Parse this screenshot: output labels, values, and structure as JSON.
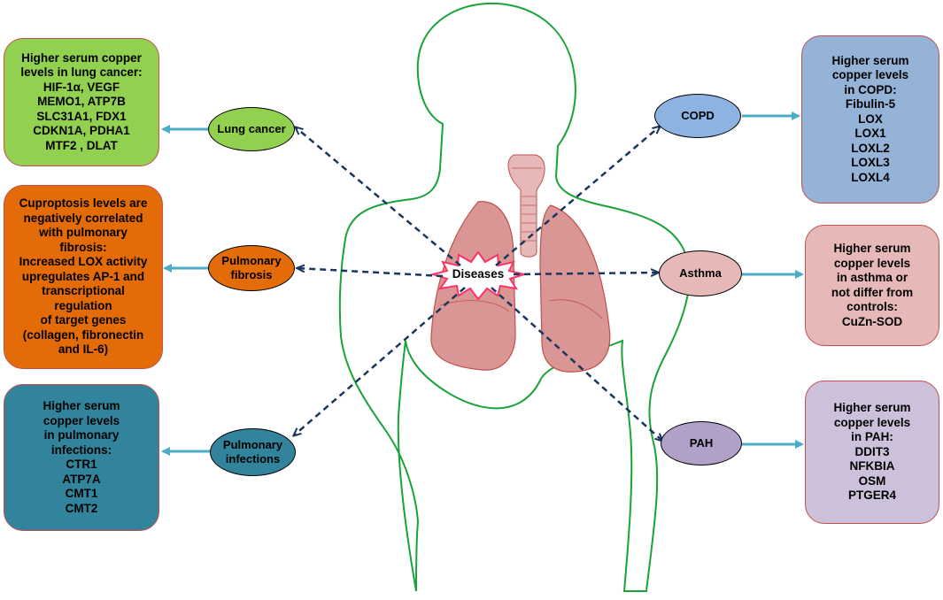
{
  "center": {
    "label": "Diseases"
  },
  "diseases": {
    "lung_cancer": {
      "label": "Lung cancer",
      "fill": "#92d050",
      "box_text": "Higher serum copper\nlevels in lung cancer:\nHIF-1α, VEGF\nMEMO1, ATP7B\nSLC31A1, FDX1\nCDKN1A, PDHA1\nMTF2 , DLAT",
      "box_fill": "#92d050"
    },
    "pulmonary_fibrosis": {
      "label": "Pulmonary\nfibrosis",
      "fill": "#e36c09",
      "box_text": "Cuproptosis levels are\nnegatively correlated\nwith pulmonary\nfibrosis:\nIncreased LOX activity\nupregulates AP-1 and\ntranscriptional\nregulation\nof target genes\n(collagen, fibronectin\nand IL-6)",
      "box_fill": "#e36c09"
    },
    "pulmonary_infections": {
      "label": "Pulmonary\ninfections",
      "fill": "#31849b",
      "box_text": "Higher serum\ncopper levels\nin pulmonary\ninfections:\nCTR1\nATP7A\nCMT1\nCMT2",
      "box_fill": "#31849b"
    },
    "copd": {
      "label": "COPD",
      "fill": "#8db3e2",
      "box_text": "Higher serum\ncopper levels\nin COPD:\nFibulin-5\nLOX\nLOX1\nLOXL2\nLOXL3\nLOXL4",
      "box_fill": "#95b3d7"
    },
    "asthma": {
      "label": "Asthma",
      "fill": "#e6b9b8",
      "box_text": "Higher serum\ncopper levels\nin asthma or\nnot differ from\ncontrols:\n     CuZn-SOD",
      "box_fill": "#e6b9b8"
    },
    "pah": {
      "label": "PAH",
      "fill": "#b1a0c7",
      "box_text": "Higher serum\ncopper levels\nin PAH:\nDDIT3\nNFKBIA\nOSM\nPTGER4",
      "box_fill": "#ccc0da"
    }
  },
  "colors": {
    "body_outline": "#1aa33a",
    "arrow": "#4bacc6",
    "dashed": "#17375e",
    "lung": "#d99694",
    "lung_edge": "#c0504d",
    "trachea": "#e6b9b8",
    "starburst": "#ff3366"
  },
  "icons": [
    "human-silhouette",
    "lungs",
    "trachea",
    "starburst"
  ]
}
